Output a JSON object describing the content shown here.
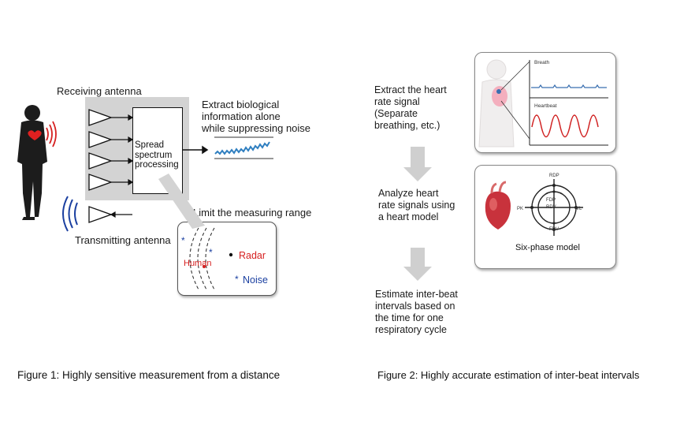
{
  "figure1": {
    "receiving_antenna_label": "Receiving antenna",
    "extract_bio_label": "Extract biological\ninformation alone\nwhile suppressing noise",
    "processing_label": "Spread\nspectrum\nprocessing",
    "limit_range_label": "Limit the measuring range",
    "transmitting_antenna_label": "Transmitting antenna",
    "inset_human_label": "Human",
    "inset_radar_label": "Radar",
    "inset_noise_label": "Noise",
    "caption": "Figure  1: Highly sensitive measurement from a distance",
    "colors": {
      "panel_gray": "#d3d3d3",
      "human_red": "#d62020",
      "noise_blue": "#1a3fa0",
      "signal_blue": "#2f7fc0"
    }
  },
  "figure2": {
    "step1_label": "Extract the heart rate signal (Separate breathing, etc.)",
    "step2_label": "Analyze heart rate signals using a heart model",
    "step3_label": "Estimate inter-beat intervals based on the time for one respiratory cycle",
    "breath_label": "Breath",
    "heartbeat_label": "Heartbeat",
    "model_labels": {
      "top": "RDP",
      "left": "PK",
      "right": "VL",
      "bottom": "FDV",
      "inner_top": "FDP",
      "inner_bottom": "RDV"
    },
    "six_phase_label": "Six-phase model",
    "caption": "Figure 2: Highly accurate estimation of inter-beat intervals",
    "colors": {
      "heartbeat_red": "#d02020",
      "breath_blue": "#3a6fb0",
      "arrow_gray": "#cfcfcf"
    }
  }
}
